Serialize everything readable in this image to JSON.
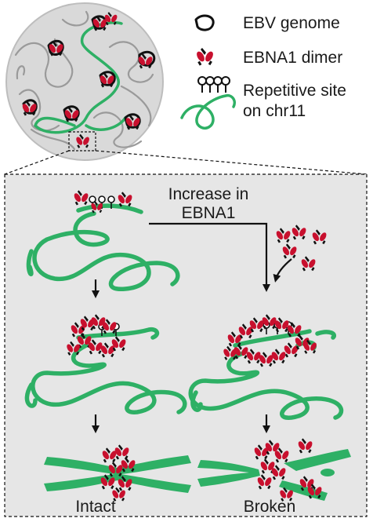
{
  "legend": {
    "ebv_genome": "EBV genome",
    "ebna1_dimer": "EBNA1 dimer",
    "repetitive_site_line1": "Repetitive site",
    "repetitive_site_line2": "on chr11"
  },
  "panel": {
    "increase_line1": "Increase in",
    "increase_line2": "EBNA1"
  },
  "outcomes": {
    "intact": "Intact",
    "broken": "Broken"
  },
  "colors": {
    "chromosome_green": "#2eb065",
    "ebna1_red": "#c8102e",
    "panel_gray": "#e6e6e6",
    "nucleus_gray": "#d9d9d9"
  }
}
